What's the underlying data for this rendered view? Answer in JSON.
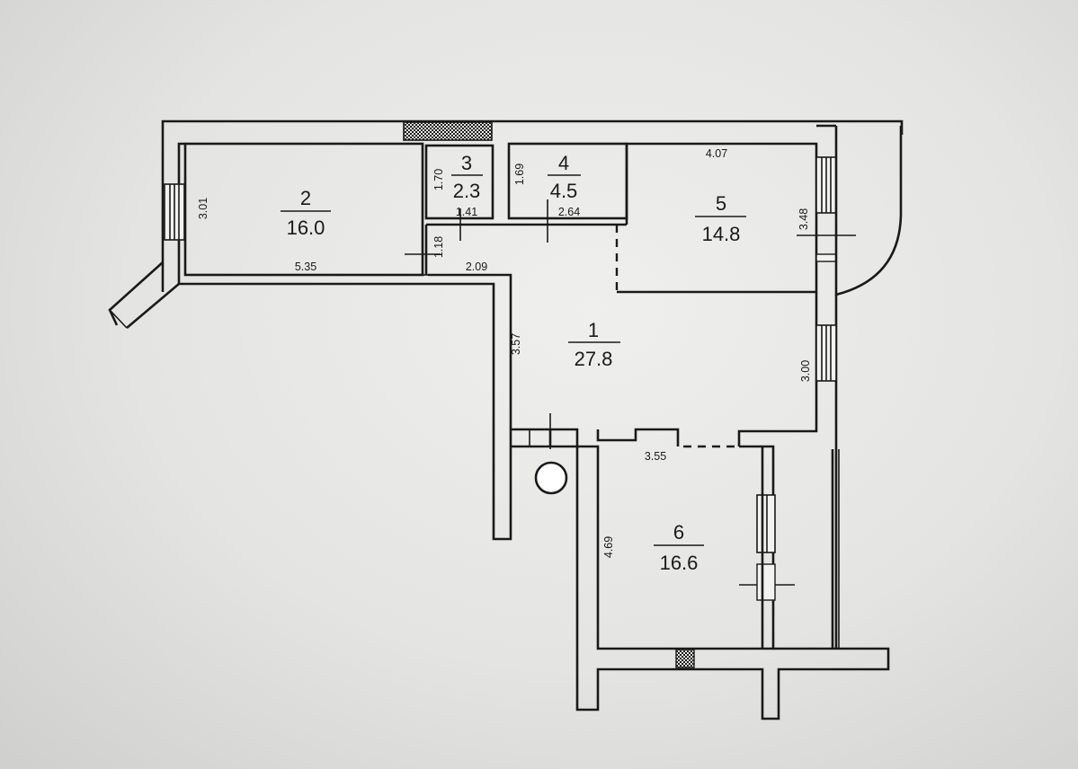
{
  "rooms": [
    {
      "number": "1",
      "area": "27.8"
    },
    {
      "number": "2",
      "area": "16.0"
    },
    {
      "number": "3",
      "area": "2.3"
    },
    {
      "number": "4",
      "area": "4.5"
    },
    {
      "number": "5",
      "area": "14.8"
    },
    {
      "number": "6",
      "area": "16.6"
    }
  ],
  "dimensions": {
    "r2_height": "3.01",
    "r2_width": "5.35",
    "r3_height": "1.70",
    "r3_width": "1.41",
    "r4_height": "1.69",
    "r4_width": "2.64",
    "r5_width": "4.07",
    "r5_height": "3.48",
    "corridor_width": "1.18",
    "hall_top": "2.09",
    "hall_left": "3.57",
    "hall_right": "3.00",
    "r6_width": "3.55",
    "r6_height": "4.69"
  }
}
